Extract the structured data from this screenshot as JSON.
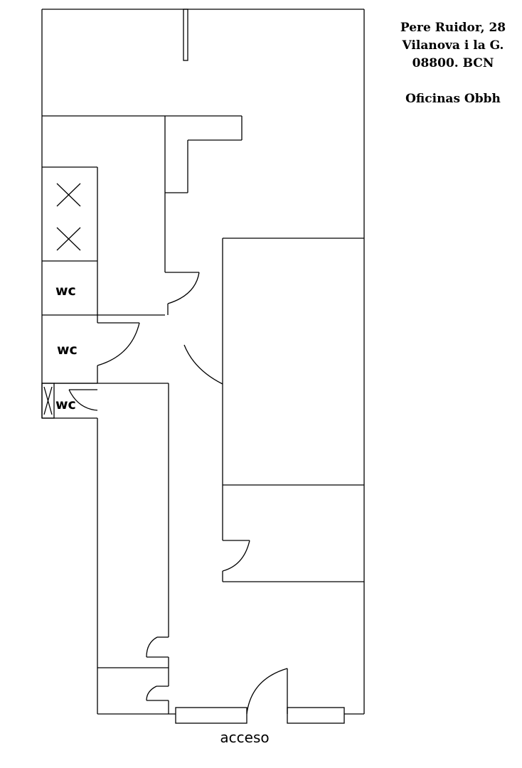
{
  "address": {
    "line1": "Pere Ruidor, 28",
    "line2": "Vilanova i la G.",
    "line3": "08800. BCN"
  },
  "office_name": "Oficinas Obbh",
  "rooms": {
    "wc1": "wc",
    "wc2": "wc",
    "wc3": "wc"
  },
  "entrance_label": "acceso"
}
